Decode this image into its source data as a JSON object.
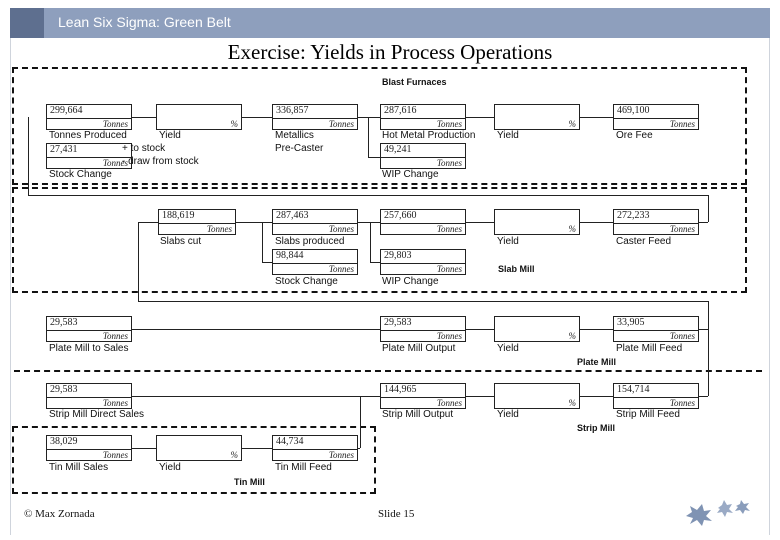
{
  "header": {
    "title": "Lean Six Sigma: Green Belt"
  },
  "slide": {
    "title": "Exercise: Yields in Process Operations",
    "author": "© Max Zornada",
    "slide_number": "Slide 15"
  },
  "units": {
    "tonnes": "Tonnes",
    "percent": "%"
  },
  "sections": {
    "blast": "Blast Furnaces",
    "slab": "Slab Mill",
    "plate": "Plate Mill",
    "strip": "Strip Mill",
    "tin": "Tin Mill"
  },
  "boxes": {
    "tonnes_produced": "299,664",
    "stock_change_bf": "27,431",
    "metallics": "336,857",
    "hot_metal": "287,616",
    "wip_bf": "49,241",
    "ore_fee": "469,100",
    "slabs_cut": "188,619",
    "slabs_produced": "287,463",
    "stock_change_sm": "98,844",
    "slab_top": "257,660",
    "wip_sm": "29,803",
    "caster_feed": "272,233",
    "plate_sales": "29,583",
    "plate_output": "29,583",
    "plate_feed": "33,905",
    "strip_direct": "29,583",
    "strip_output": "144,965",
    "strip_feed": "154,714",
    "tin_sales": "38,029",
    "tin_feed": "44,734"
  },
  "labels": {
    "tonnes_produced": "Tonnes Produced",
    "yield": "Yield",
    "metallics": "Metallics",
    "pre_caster": "Pre-Caster",
    "hot_metal": "Hot Metal Production",
    "ore_fee": "Ore Fee",
    "to_stock": "+ to stock",
    "draw_stock": "- draw from stock",
    "stock_change": "Stock Change",
    "wip_change": "WIP Change",
    "slabs_cut": "Slabs cut",
    "slabs_produced": "Slabs produced",
    "caster_feed": "Caster Feed",
    "plate_sales": "Plate Mill to Sales",
    "plate_output": "Plate Mill Output",
    "plate_feed": "Plate Mill Feed",
    "strip_direct": "Strip Mill Direct Sales",
    "strip_output": "Strip Mill Output",
    "strip_feed": "Strip Mill Feed",
    "tin_sales": "Tin Mill Sales",
    "tin_feed": "Tin Mill Feed"
  }
}
